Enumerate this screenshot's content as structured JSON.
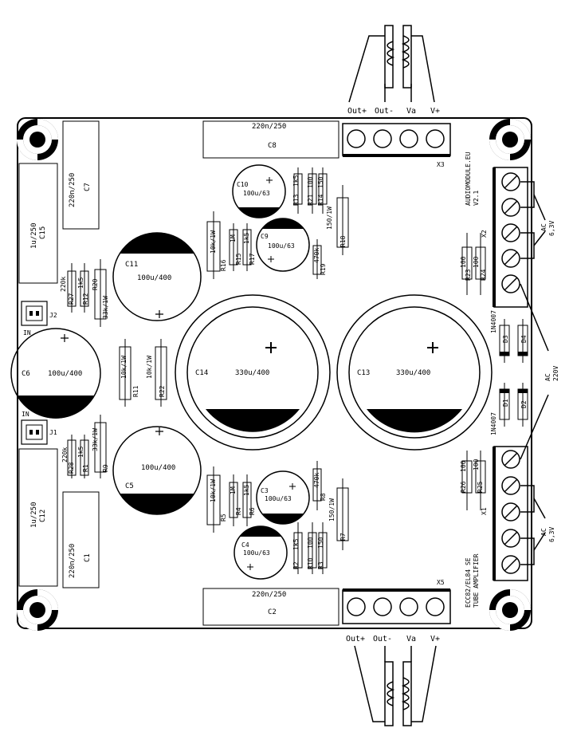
{
  "top_transformer": {
    "labels": [
      "Out+",
      "Out-",
      "Va",
      "V+"
    ]
  },
  "bottom_transformer": {
    "labels": [
      "Out+",
      "Out-",
      "Va",
      "V+"
    ]
  },
  "title": {
    "line1": "AUDIOMODULE.EU",
    "line2": "V2.1"
  },
  "footer": {
    "line1": "ECC82/EL84 SE",
    "line2": "TUBE AMPLIFIER"
  },
  "connectors": {
    "x1": "X1",
    "x2": "X2",
    "x3": "X3",
    "x5": "X5",
    "j1": "J1",
    "j2": "J2",
    "in1": "IN",
    "in2": "IN"
  },
  "ac_labels": {
    "top_ac": "AC",
    "top_v": "6,3V",
    "mid_ac": "AC",
    "mid_v": "220V",
    "bot_ac": "AC",
    "bot_v": "6,3V"
  },
  "film_caps": {
    "c8": {
      "ref": "C8",
      "value": "220n/250"
    },
    "c2": {
      "ref": "C2",
      "value": "220n/250"
    },
    "c7": {
      "ref": "C7",
      "value": "220n/250"
    },
    "c1": {
      "ref": "C1",
      "value": "220n/250"
    },
    "c15": {
      "ref": "C15",
      "value": "1u/250"
    },
    "c12": {
      "ref": "C12",
      "value": "1u/250"
    }
  },
  "electrolytics": {
    "c14": {
      "ref": "C14",
      "value": "330u/400"
    },
    "c13": {
      "ref": "C13",
      "value": "330u/400"
    },
    "c11": {
      "ref": "C11",
      "value": "100u/400"
    },
    "c5": {
      "ref": "C5",
      "value": "100u/400"
    },
    "c6": {
      "ref": "C6",
      "value": "100u/400"
    },
    "c10": {
      "ref": "C10",
      "value": "100u/63"
    },
    "c9": {
      "ref": "C9",
      "value": "100u/63"
    },
    "c3": {
      "ref": "C3",
      "value": "100u/63"
    },
    "c4": {
      "ref": "C4",
      "value": "100u/63"
    }
  },
  "resistors": {
    "r1": {
      "ref": "R1",
      "value": "1k5"
    },
    "r2": {
      "ref": "R2",
      "value": "1k5"
    },
    "r3": {
      "ref": "R3",
      "value": "150"
    },
    "r4": {
      "ref": "R4",
      "value": "1M"
    },
    "r5": {
      "ref": "R5",
      "value": "10k/1W"
    },
    "r6": {
      "ref": "R6",
      "value": "1k5"
    },
    "r7": {
      "ref": "R7",
      "value": "150/1W"
    },
    "r8": {
      "ref": "R8",
      "value": "470k"
    },
    "r9": {
      "ref": "R9",
      "value": "33k/1W"
    },
    "r10": {
      "ref": "R10",
      "value": "100"
    },
    "r11": {
      "ref": "R11",
      "value": "10k/1W"
    },
    "r12": {
      "ref": "R12",
      "value": "1k5"
    },
    "r13": {
      "ref": "R13",
      "value": "1k5"
    },
    "r14": {
      "ref": "R14",
      "value": "150"
    },
    "r15": {
      "ref": "R15",
      "value": "1M"
    },
    "r16": {
      "ref": "R16",
      "value": "10k/1W"
    },
    "r17": {
      "ref": "R17",
      "value": "1k5"
    },
    "r18": {
      "ref": "R18",
      "value": "150/1W"
    },
    "r19": {
      "ref": "R19",
      "value": "470k"
    },
    "r20": {
      "ref": "R20",
      "value": "33k/1W"
    },
    "r21": {
      "ref": "R21",
      "value": "100"
    },
    "r22": {
      "ref": "R22",
      "value": "10k/1W"
    },
    "r23": {
      "ref": "R23",
      "value": "100"
    },
    "r24": {
      "ref": "R24",
      "value": "100"
    },
    "r25": {
      "ref": "R25",
      "value": "100"
    },
    "r26": {
      "ref": "R26",
      "value": "100"
    },
    "r27": {
      "ref": "R27",
      "value": "220k"
    },
    "r28": {
      "ref": "R28",
      "value": "220k"
    }
  },
  "diodes": {
    "d1": "D1",
    "d2": "D2",
    "d3": "D3",
    "d4": "D4",
    "type_top": "1N4007",
    "type_bot": "1N4007"
  }
}
